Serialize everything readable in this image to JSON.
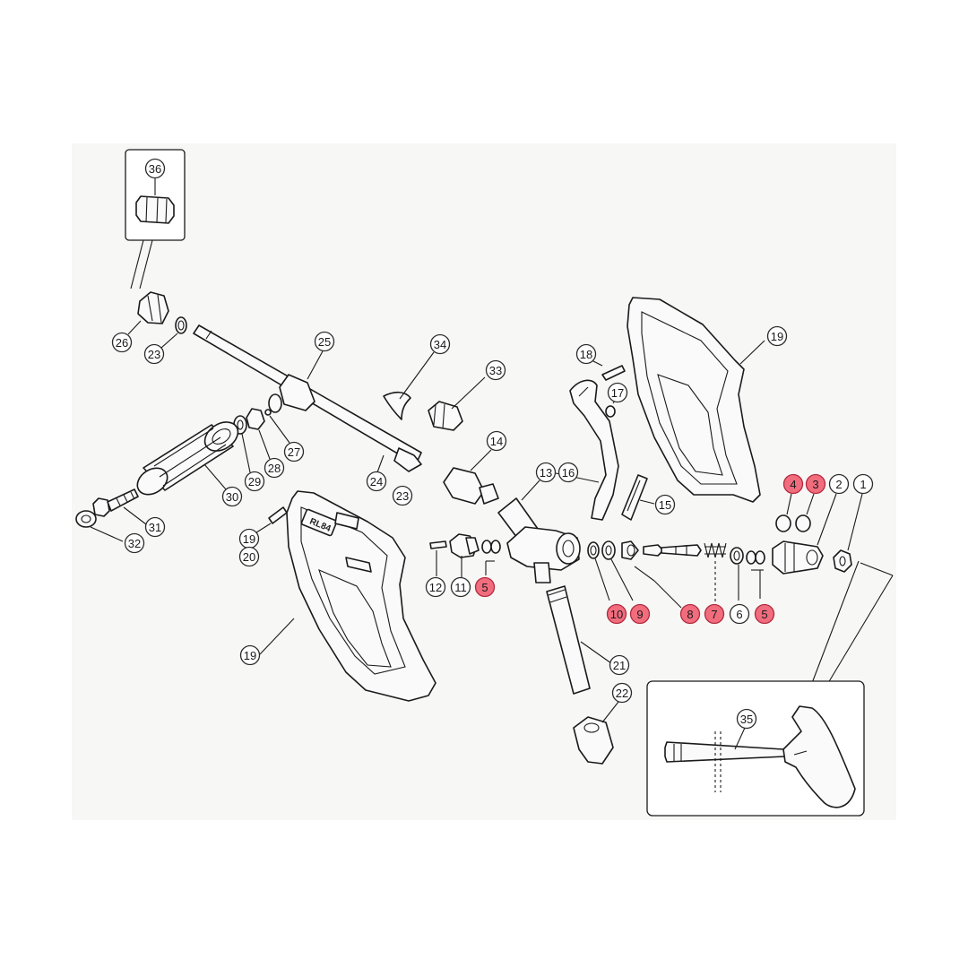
{
  "diagram": {
    "highlight_color": "#f16d7e",
    "grip_marking": "RL84",
    "callouts": [
      {
        "id": "c36",
        "label": "36",
        "highlight": false
      },
      {
        "id": "c26",
        "label": "26",
        "highlight": false
      },
      {
        "id": "c23a",
        "label": "23",
        "highlight": false
      },
      {
        "id": "c25",
        "label": "25",
        "highlight": false
      },
      {
        "id": "c34",
        "label": "34",
        "highlight": false
      },
      {
        "id": "c33",
        "label": "33",
        "highlight": false
      },
      {
        "id": "c18",
        "label": "18",
        "highlight": false
      },
      {
        "id": "c17",
        "label": "17",
        "highlight": false
      },
      {
        "id": "c19a",
        "label": "19",
        "highlight": false
      },
      {
        "id": "c27",
        "label": "27",
        "highlight": false
      },
      {
        "id": "c28",
        "label": "28",
        "highlight": false
      },
      {
        "id": "c29",
        "label": "29",
        "highlight": false
      },
      {
        "id": "c30",
        "label": "30",
        "highlight": false
      },
      {
        "id": "c24",
        "label": "24",
        "highlight": false
      },
      {
        "id": "c23b",
        "label": "23",
        "highlight": false
      },
      {
        "id": "c14",
        "label": "14",
        "highlight": false
      },
      {
        "id": "c13",
        "label": "13",
        "highlight": false
      },
      {
        "id": "c16",
        "label": "16",
        "highlight": false
      },
      {
        "id": "c15",
        "label": "15",
        "highlight": false
      },
      {
        "id": "c31",
        "label": "31",
        "highlight": false
      },
      {
        "id": "c32",
        "label": "32",
        "highlight": false
      },
      {
        "id": "c19b",
        "label": "19",
        "highlight": false
      },
      {
        "id": "c20",
        "label": "20",
        "highlight": false
      },
      {
        "id": "c12",
        "label": "12",
        "highlight": false
      },
      {
        "id": "c11",
        "label": "11",
        "highlight": false
      },
      {
        "id": "c5a",
        "label": "5",
        "highlight": true
      },
      {
        "id": "c10",
        "label": "10",
        "highlight": true
      },
      {
        "id": "c9",
        "label": "9",
        "highlight": true
      },
      {
        "id": "c8",
        "label": "8",
        "highlight": true
      },
      {
        "id": "c7",
        "label": "7",
        "highlight": true
      },
      {
        "id": "c6",
        "label": "6",
        "highlight": false
      },
      {
        "id": "c5b",
        "label": "5",
        "highlight": true
      },
      {
        "id": "c4",
        "label": "4",
        "highlight": true
      },
      {
        "id": "c3",
        "label": "3",
        "highlight": true
      },
      {
        "id": "c2",
        "label": "2",
        "highlight": false
      },
      {
        "id": "c1",
        "label": "1",
        "highlight": false
      },
      {
        "id": "c19c",
        "label": "19",
        "highlight": false
      },
      {
        "id": "c21",
        "label": "21",
        "highlight": false
      },
      {
        "id": "c22",
        "label": "22",
        "highlight": false
      },
      {
        "id": "c35",
        "label": "35",
        "highlight": false
      }
    ]
  }
}
